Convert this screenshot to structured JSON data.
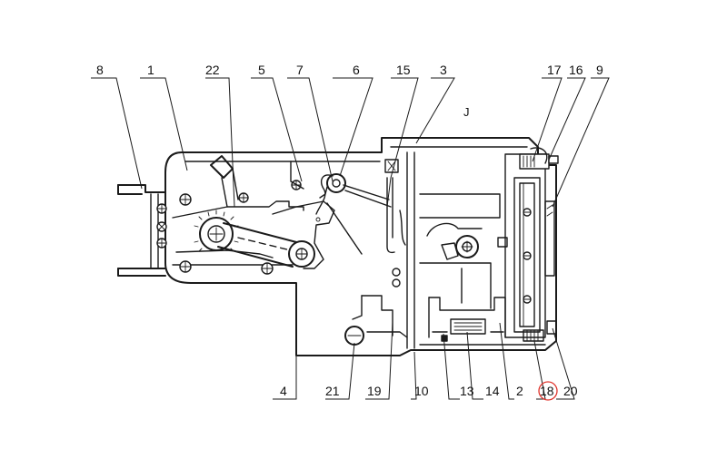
{
  "diagram": {
    "stray_mark": "J",
    "highlight_color": "#e0342c",
    "highlighted_label": "18",
    "callouts": [
      {
        "id": "c8",
        "text": "8"
      },
      {
        "id": "c1",
        "text": "1"
      },
      {
        "id": "c22",
        "text": "22"
      },
      {
        "id": "c5",
        "text": "5"
      },
      {
        "id": "c7",
        "text": "7"
      },
      {
        "id": "c6",
        "text": "6"
      },
      {
        "id": "c15",
        "text": "15"
      },
      {
        "id": "c3",
        "text": "3"
      },
      {
        "id": "c17",
        "text": "17"
      },
      {
        "id": "c16",
        "text": "16"
      },
      {
        "id": "c9",
        "text": "9"
      },
      {
        "id": "c4",
        "text": "4"
      },
      {
        "id": "c21",
        "text": "21"
      },
      {
        "id": "c19",
        "text": "19"
      },
      {
        "id": "c10",
        "text": "10"
      },
      {
        "id": "c13",
        "text": "13"
      },
      {
        "id": "c14",
        "text": "14"
      },
      {
        "id": "c2",
        "text": "2"
      },
      {
        "id": "c18",
        "text": "18"
      },
      {
        "id": "c20",
        "text": "20"
      }
    ]
  }
}
